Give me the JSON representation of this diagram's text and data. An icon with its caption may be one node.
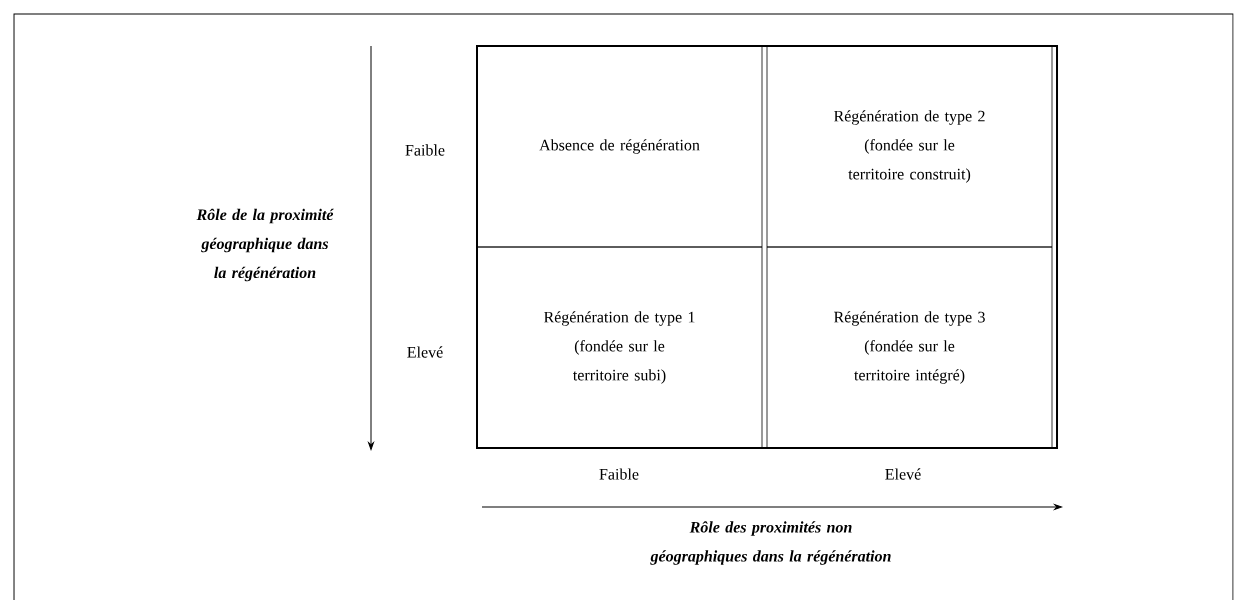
{
  "diagram": {
    "nodes": [
      {
        "text": [
          "Absence de régénération"
        ]
      },
      {
        "text": [
          "Régénération de type 2",
          "(fondée sur le territoire construit)"
        ]
      },
      {
        "text": [
          "Régénération de type 1",
          "(fondée sur le territoire subi)"
        ]
      },
      {
        "text": [
          "Régénération de type 3",
          "(fondée sur le territoire intégré)"
        ]
      }
    ],
    "labels": [
      "Faible",
      "Rôle de la proximité géographique dans la régénération",
      "Elevé",
      "Faible",
      "Elevé",
      "Rôle des proximités non géographiques dans la régénération"
    ]
  }
}
